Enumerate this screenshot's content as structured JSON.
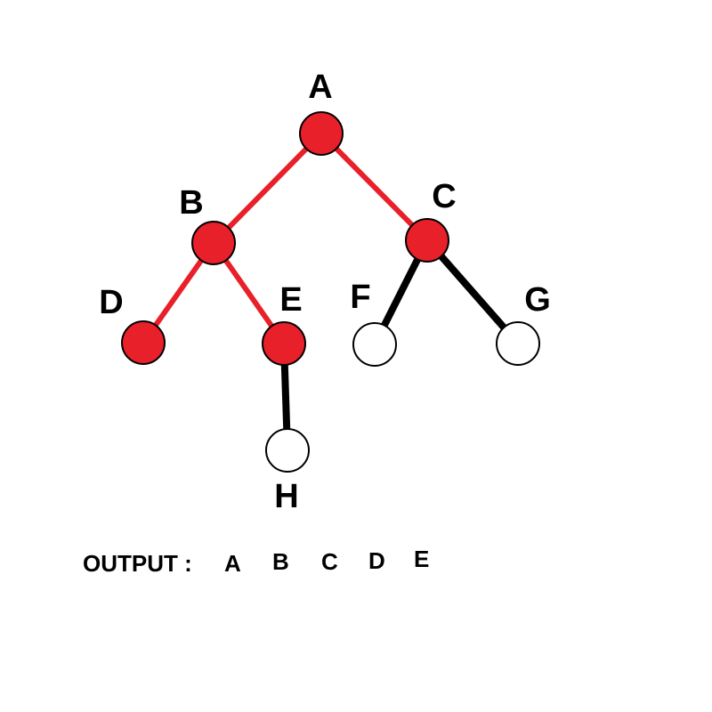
{
  "colors": {
    "visited": "#e8202a",
    "unvisited": "#ffffff",
    "node_outline": "#000000",
    "edge_visited": "#e8202a",
    "edge_unvisited": "#000000",
    "text": "#000000"
  },
  "tree": {
    "nodes": [
      {
        "id": "A",
        "label": "A",
        "state": "visited"
      },
      {
        "id": "B",
        "label": "B",
        "state": "visited"
      },
      {
        "id": "C",
        "label": "C",
        "state": "visited"
      },
      {
        "id": "D",
        "label": "D",
        "state": "visited"
      },
      {
        "id": "E",
        "label": "E",
        "state": "visited"
      },
      {
        "id": "F",
        "label": "F",
        "state": "unvisited"
      },
      {
        "id": "G",
        "label": "G",
        "state": "unvisited"
      },
      {
        "id": "H",
        "label": "H",
        "state": "unvisited"
      }
    ],
    "edges": [
      {
        "from": "A",
        "to": "B",
        "state": "visited"
      },
      {
        "from": "A",
        "to": "C",
        "state": "visited"
      },
      {
        "from": "B",
        "to": "D",
        "state": "visited"
      },
      {
        "from": "B",
        "to": "E",
        "state": "visited"
      },
      {
        "from": "C",
        "to": "F",
        "state": "unvisited"
      },
      {
        "from": "C",
        "to": "G",
        "state": "unvisited"
      },
      {
        "from": "E",
        "to": "H",
        "state": "unvisited"
      }
    ]
  },
  "output": {
    "label": "OUTPUT :",
    "sequence": [
      "A",
      "B",
      "C",
      "D",
      "E"
    ]
  }
}
